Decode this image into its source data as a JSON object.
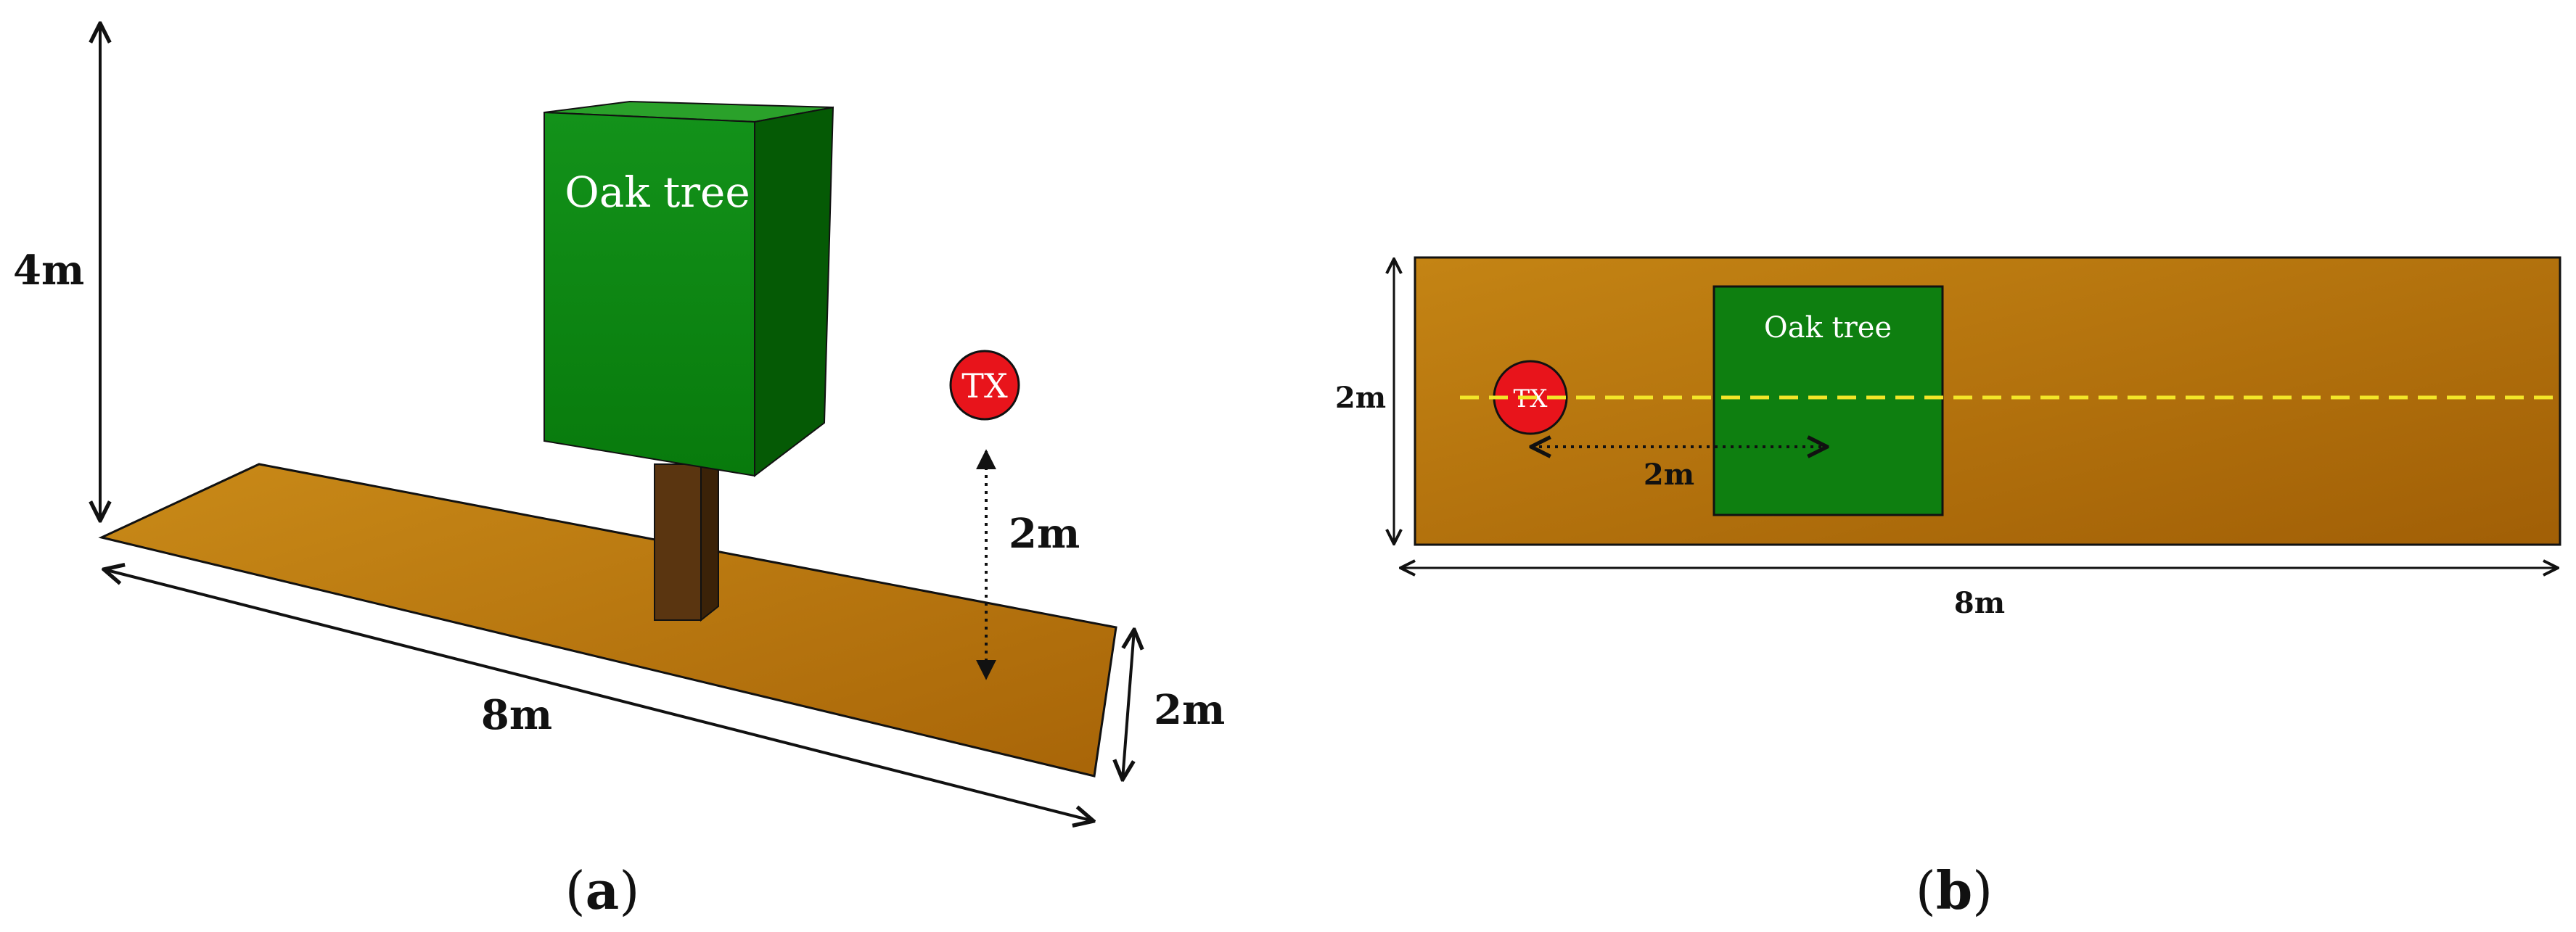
{
  "panel_a": {
    "caption": "(a)",
    "caption_letter": "a",
    "tree_label": "Oak tree",
    "tx_label": "TX",
    "height_label": "4m",
    "length_label": "8m",
    "width_label": "2m",
    "tx_height_label": "2m"
  },
  "panel_b": {
    "caption": "(b)",
    "caption_letter": "b",
    "tree_label": "Oak tree",
    "tx_label": "TX",
    "width_label": "2m",
    "length_label": "8m",
    "distance_label": "2m"
  },
  "colors": {
    "ground_light": "#c98612",
    "ground_dark": "#9c5c05",
    "foliage_front": "#0e8a0e",
    "foliage_top": "#2aa12a",
    "foliage_side": "#055a05",
    "trunk_front": "#5a3510",
    "trunk_side": "#3b2208",
    "tx_red": "#e8141b",
    "dash_yellow": "#f3e628"
  }
}
